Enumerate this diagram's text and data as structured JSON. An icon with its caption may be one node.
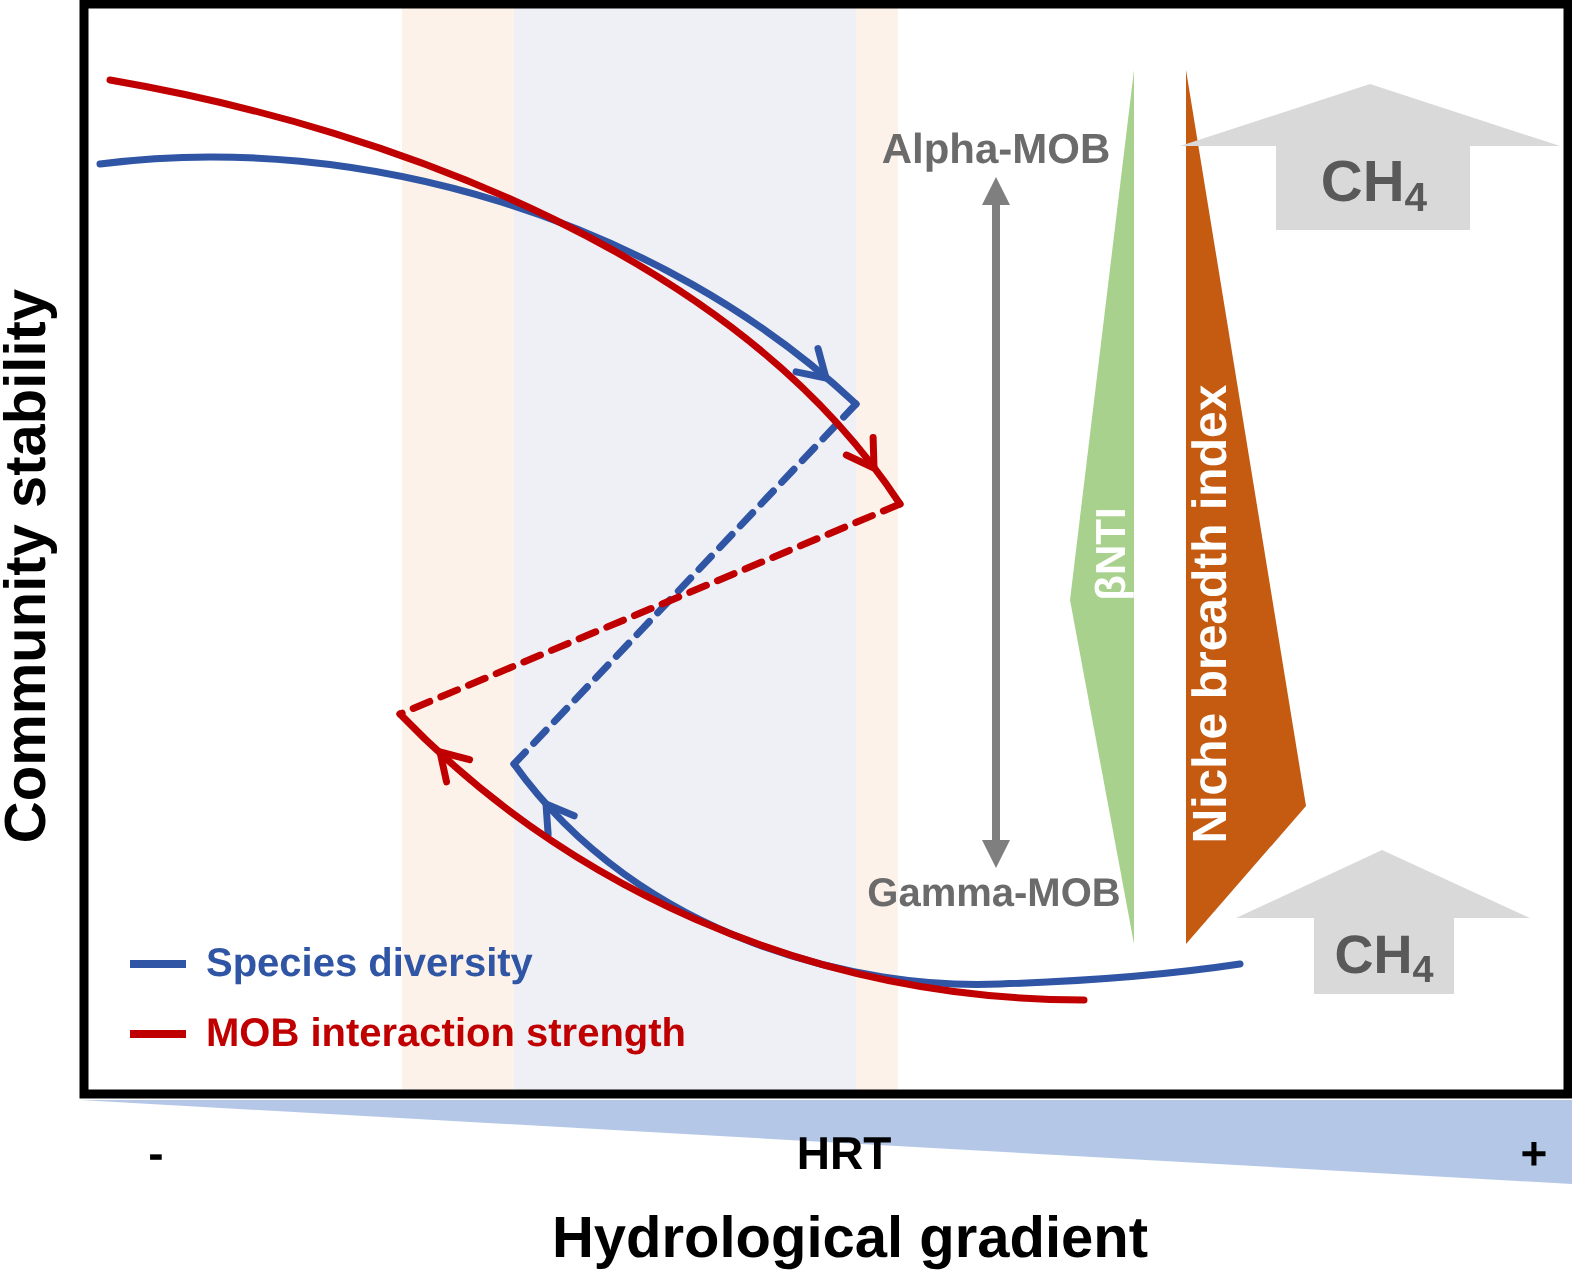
{
  "diagram": {
    "nodes": [
      {
        "text": [
          "Alpha-MOB"
        ]
      },
      {
        "text": [
          "βNTI"
        ]
      },
      {
        "text": [
          "Niche breadth index"
        ]
      },
      {
        "text": [
          "CH$_{4}$"
        ]
      },
      {
        "text": [
          "Gamma-MOB"
        ]
      },
      {
        "text": [
          "CH$_{4}$"
        ]
      },
      {
        "text": [
          "-",
          "HRT",
          "+"
        ]
      }
    ],
    "edges": [
      {
        "from": 0,
        "to": 4,
        "arrow": "both"
      }
    ],
    "labels": [
      "Community stability",
      "Hydrological gradient"
    ],
    "legend": [
      {
        "text": "Species diversity"
      },
      {
        "text": "MOB interaction strength"
      }
    ]
  }
}
